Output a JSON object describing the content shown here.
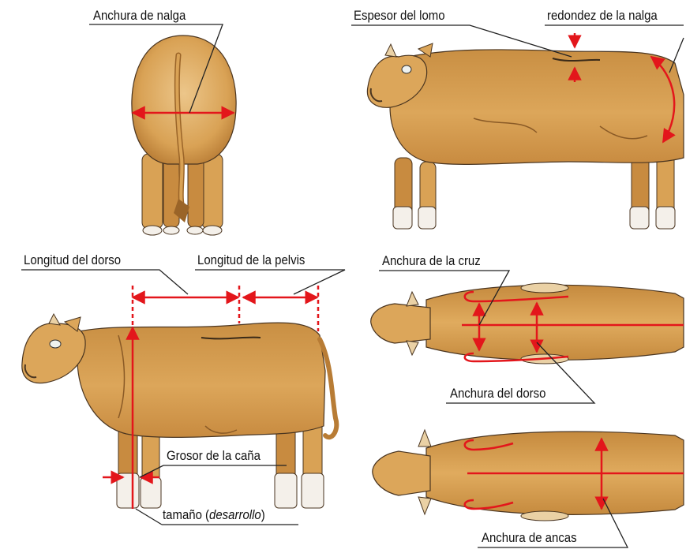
{
  "labels": {
    "anchura_nalga": "Anchura de nalga",
    "espesor_lomo": "Espesor del lomo",
    "redondez_nalga": "redondez de la nalga",
    "longitud_dorso": "Longitud del dorso",
    "longitud_pelvis": "Longitud de la pelvis",
    "anchura_cruz": "Anchura de la cruz",
    "anchura_dorso": "Anchura del dorso",
    "grosor_cana": "Grosor de la caña",
    "tamano_prefix": "tamaño (",
    "tamano_italic": "desarrollo",
    "tamano_suffix": ")",
    "anchura_ancas": "Anchura de ancas"
  },
  "colors": {
    "hide": "#d9a255",
    "hide_shade": "#b87c35",
    "hide_light": "#ead1a5",
    "hoof": "#f4f0ea",
    "measure": "#e3161b",
    "outline": "#4a3520",
    "leader": "#222222"
  }
}
